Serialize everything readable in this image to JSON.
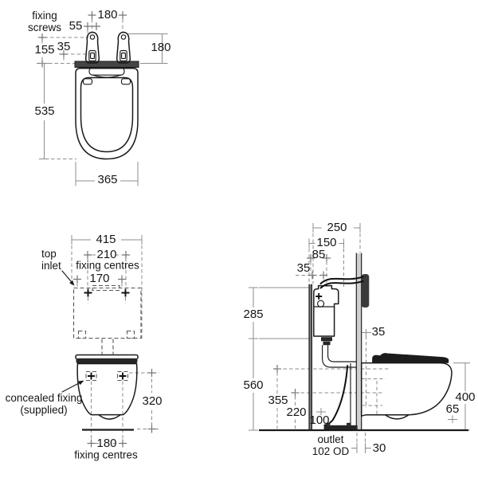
{
  "drawing": {
    "type": "wall-hung WC installation dimensions",
    "line_color": "#1a1a1a",
    "dim_color": "#8d8d8d"
  },
  "plan": {
    "fixing_screws": "fixing\nscrews",
    "screw_centres": "180",
    "screw_width": "55",
    "screw_inset": "35",
    "screw_proj": "155",
    "bracket_proj": "180",
    "depth": "535",
    "width": "365"
  },
  "front": {
    "width": "415",
    "top_inlet": "top\ninlet",
    "fix_centres": "210",
    "fix_centres_cap": "fixing centres",
    "inlet_centres": "170",
    "concealed": "concealed fixing\n(supplied)",
    "fix_height": "320",
    "pan_fix_centres": "180",
    "pan_fix_cap": "fixing centres"
  },
  "side": {
    "depth": "250",
    "cistern_depth": "150",
    "inlet_depth": "85",
    "inlet_back": "35",
    "cistern_h": "285",
    "fix_back": "35",
    "frame_h": "560",
    "mid_h": "355",
    "low_h": "220",
    "outlet_h": "100",
    "pan_h": "400",
    "gap": "65",
    "outlet": "outlet\n102 OD",
    "wall_t": "30"
  }
}
